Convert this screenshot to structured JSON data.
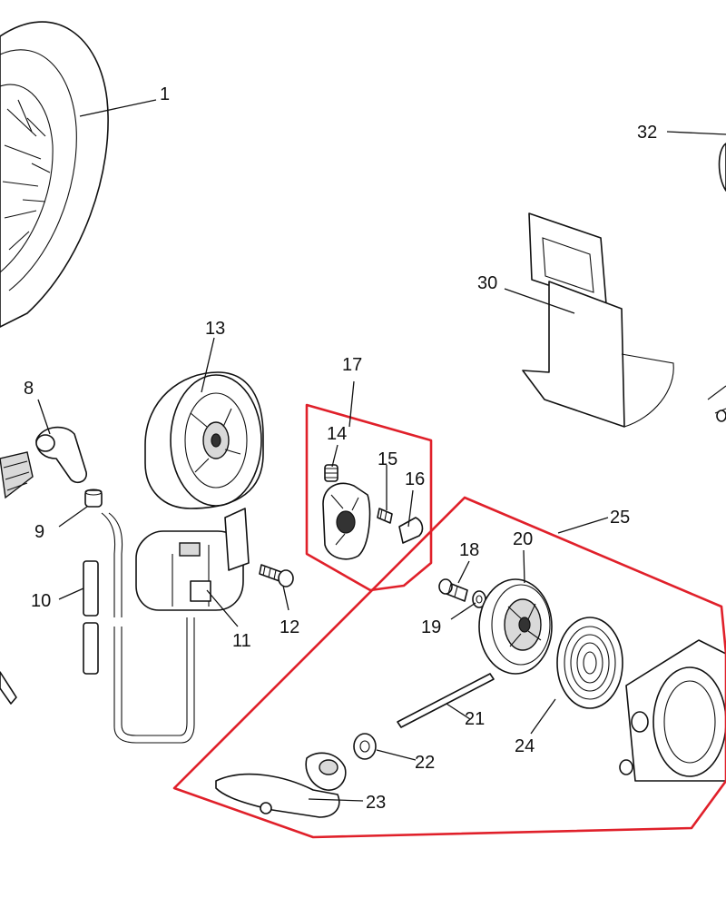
{
  "callouts": [
    {
      "id": "1",
      "label": "1"
    },
    {
      "id": "8",
      "label": "8"
    },
    {
      "id": "9",
      "label": "9"
    },
    {
      "id": "10",
      "label": "10"
    },
    {
      "id": "11",
      "label": "11"
    },
    {
      "id": "12",
      "label": "12"
    },
    {
      "id": "13",
      "label": "13"
    },
    {
      "id": "14",
      "label": "14"
    },
    {
      "id": "15",
      "label": "15"
    },
    {
      "id": "16",
      "label": "16"
    },
    {
      "id": "17",
      "label": "17"
    },
    {
      "id": "18",
      "label": "18"
    },
    {
      "id": "19",
      "label": "19"
    },
    {
      "id": "20",
      "label": "20"
    },
    {
      "id": "21",
      "label": "21"
    },
    {
      "id": "22",
      "label": "22"
    },
    {
      "id": "23",
      "label": "23"
    },
    {
      "id": "24",
      "label": "24"
    },
    {
      "id": "25",
      "label": "25"
    },
    {
      "id": "30",
      "label": "30"
    },
    {
      "id": "32",
      "label": "32"
    }
  ],
  "colors": {
    "highlight": "#e0202a",
    "line": "#111111",
    "background": "#ffffff"
  }
}
